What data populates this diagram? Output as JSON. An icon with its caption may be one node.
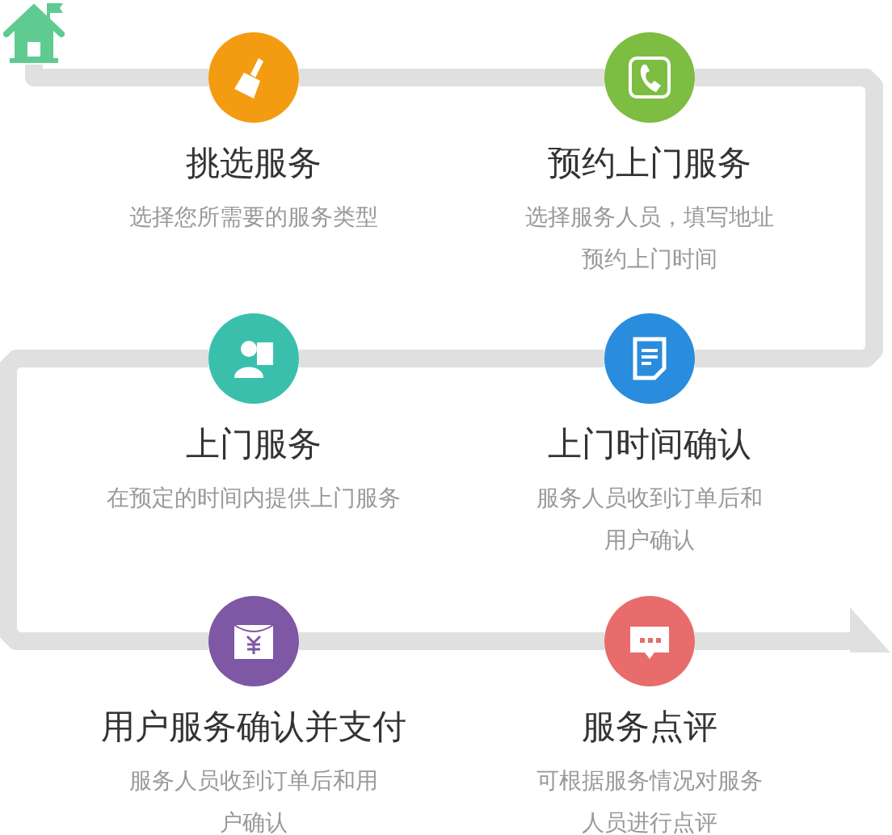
{
  "diagram": {
    "nodes": [
      {
        "text": [],
        "shape": "house"
      },
      {
        "text": [
          "挑选服务",
          "选择您所需要的服务类型"
        ]
      },
      {
        "text": [
          "预约上门服务",
          "选择服务人员，填写地址预约上门时间"
        ]
      },
      {
        "text": [
          "上门服务",
          "在预定的时间内提供上门服务"
        ]
      },
      {
        "text": [
          "上门时间确认",
          "服务人员收到订单后和用户确认"
        ]
      },
      {
        "text": [
          "用户服务确认并支付",
          "服务人员收到订单后和用户确认"
        ]
      },
      {
        "text": [
          "服务点评",
          "可根据服务情况对服务人员进行点评"
        ]
      }
    ],
    "edges": [
      {
        "from": 0,
        "to": 1,
        "arrow": "none"
      },
      {
        "from": 1,
        "to": 2,
        "arrow": "none"
      },
      {
        "from": 2,
        "to": 4,
        "arrow": "none"
      },
      {
        "from": 4,
        "to": 3,
        "arrow": "none"
      },
      {
        "from": 3,
        "to": 5,
        "arrow": "none"
      },
      {
        "from": 5,
        "to": 6,
        "arrow": "none"
      },
      {
        "from": 6,
        "to": null,
        "arrow": "to"
      }
    ]
  }
}
